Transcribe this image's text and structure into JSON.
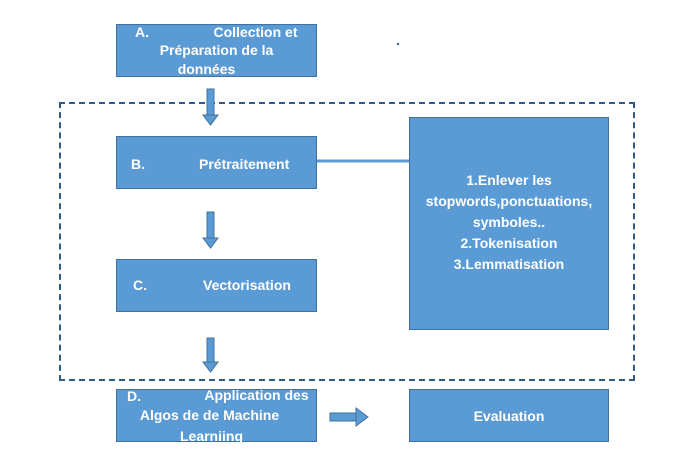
{
  "boxes": {
    "a": {
      "letter": "A.",
      "lines": [
        "Collection et",
        "Préparation de la",
        "données"
      ]
    },
    "b": {
      "letter": "B.",
      "label": "Prétraitement"
    },
    "c": {
      "letter": "C.",
      "label": "Vectorisation"
    },
    "d": {
      "letter": "D.",
      "lines": [
        "Application des",
        "Algos de de Machine",
        "Learniing"
      ]
    },
    "steps": {
      "lines": [
        "1.Enlever les",
        "stopwords,ponctuations,",
        "symboles..",
        "2.Tokenisation",
        "3.Lemmatisation"
      ]
    },
    "eval": {
      "label": "Evaluation"
    }
  },
  "colors": {
    "box_fill": "#5b9bd5",
    "box_border": "#41719c",
    "text": "#ffffff",
    "dashed_border": "#2e5c87"
  }
}
